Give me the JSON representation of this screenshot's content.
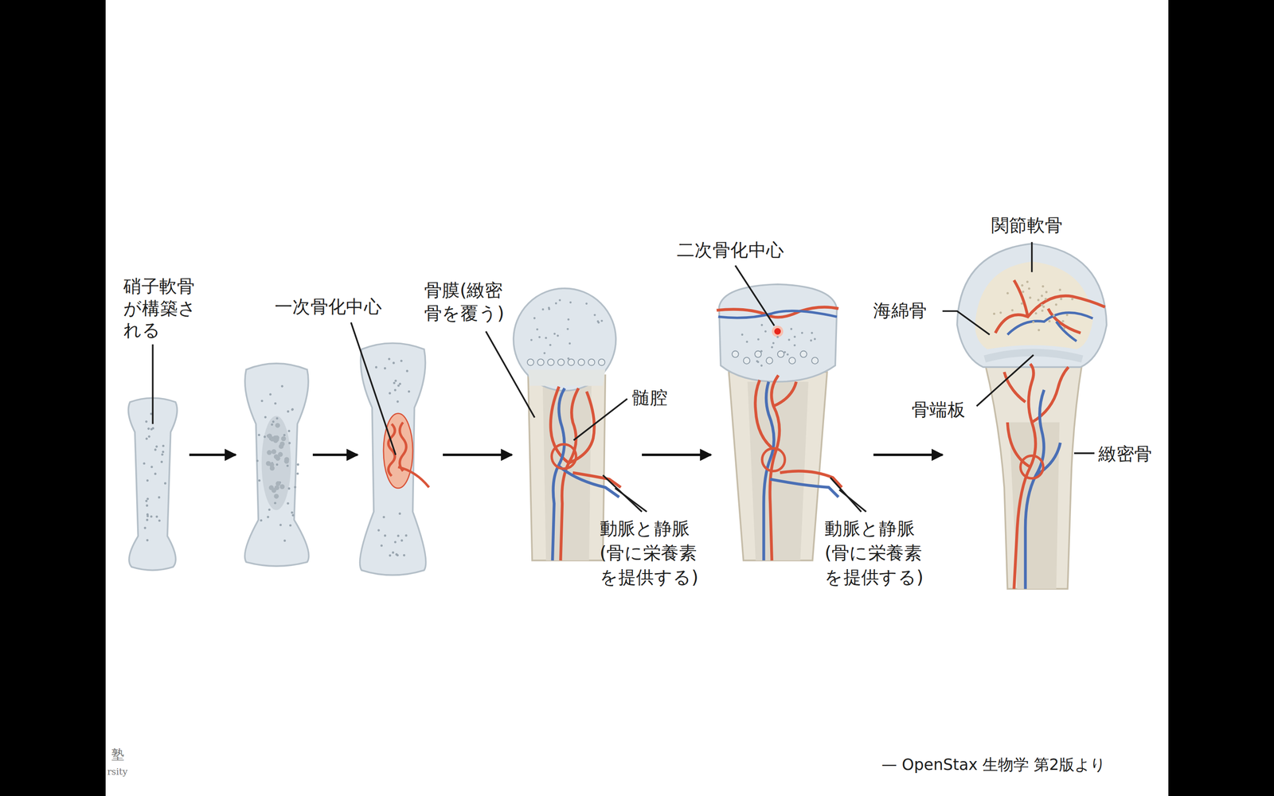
{
  "diagram": {
    "labels": [
      "硝子軟骨 が構築さ れる",
      "一次骨化中心",
      "骨膜(緻密 骨を覆う)",
      "髄腔",
      "動脈と静脈 (骨に栄養素 を提供する)",
      "二次骨化中心",
      "動脈と静脈 (骨に栄養素 を提供する)",
      "関節軟骨",
      "海綿骨",
      "骨端板",
      "緻密骨",
      "— OpenStax 生物学 第2版より",
      "塾",
      "rsity"
    ]
  }
}
